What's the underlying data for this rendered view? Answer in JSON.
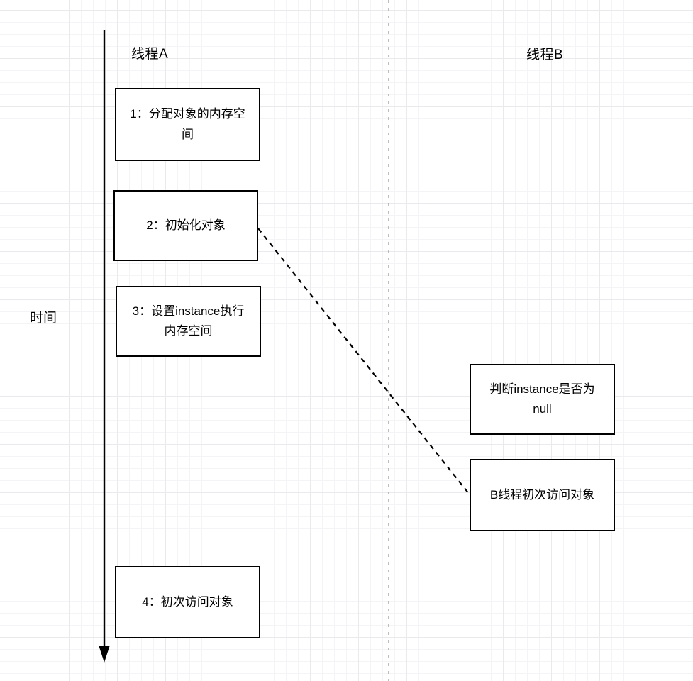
{
  "diagram": {
    "thread_a_label": "线程A",
    "thread_b_label": "线程B",
    "time_axis_label": "时间",
    "thread_a_steps": [
      {
        "label": "1：分配对象的内存空\n间"
      },
      {
        "label": "2：初始化对象"
      },
      {
        "label": "3：设置instance执行\n内存空间"
      },
      {
        "label": "4：初次访问对象"
      }
    ],
    "thread_b_steps": [
      {
        "label": "判断instance是否为\nnull"
      },
      {
        "label": "B线程初次访问对象"
      }
    ],
    "colors": {
      "line": "#000000",
      "divider": "#aeaeae",
      "box_border": "#000000",
      "box_fill": "#ffffff",
      "grid_minor": "#f4f4f7",
      "grid_major": "#e9e9ee",
      "background": "#ffffff"
    }
  }
}
